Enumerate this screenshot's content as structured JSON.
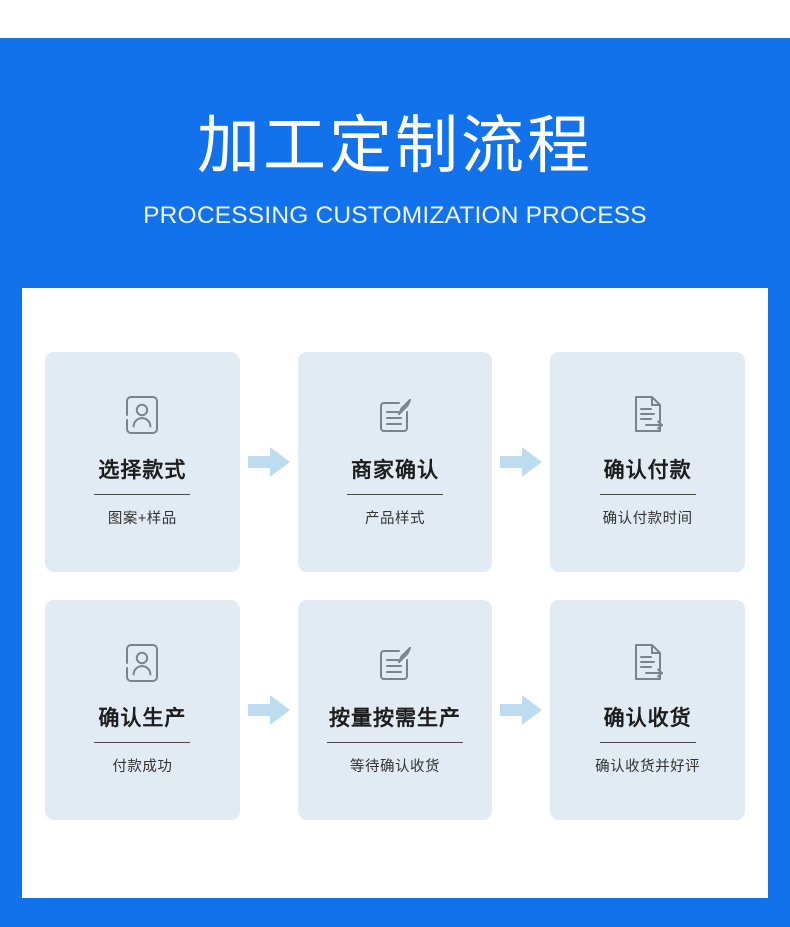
{
  "header": {
    "title_cn": "加工定制流程",
    "title_en": "PROCESSING CUSTOMIZATION PROCESS",
    "background_color": "#1272ec",
    "title_color": "#ffffff"
  },
  "theme": {
    "banner_blue": "#1272ec",
    "panel_white": "#ffffff",
    "card_background": "#e2ebf4",
    "arrow_color": "#bedcf0",
    "icon_color": "#7a848c",
    "title_text": "#1d1d1d",
    "subtitle_text": "#333333"
  },
  "flow": {
    "arrow_icon": "arrow-right-icon",
    "rows": [
      {
        "steps": [
          {
            "icon": "person-card-icon",
            "title": "选择款式",
            "subtitle": "图案+样品"
          },
          {
            "icon": "edit-document-icon",
            "title": "商家确认",
            "subtitle": "产品样式"
          },
          {
            "icon": "document-send-icon",
            "title": "确认付款",
            "subtitle": "确认付款时间"
          }
        ]
      },
      {
        "steps": [
          {
            "icon": "person-card-icon",
            "title": "确认生产",
            "subtitle": "付款成功"
          },
          {
            "icon": "edit-document-icon",
            "title": "按量按需生产",
            "subtitle": "等待确认收货"
          },
          {
            "icon": "document-send-icon",
            "title": "确认收货",
            "subtitle": "确认收货并好评"
          }
        ]
      }
    ]
  }
}
